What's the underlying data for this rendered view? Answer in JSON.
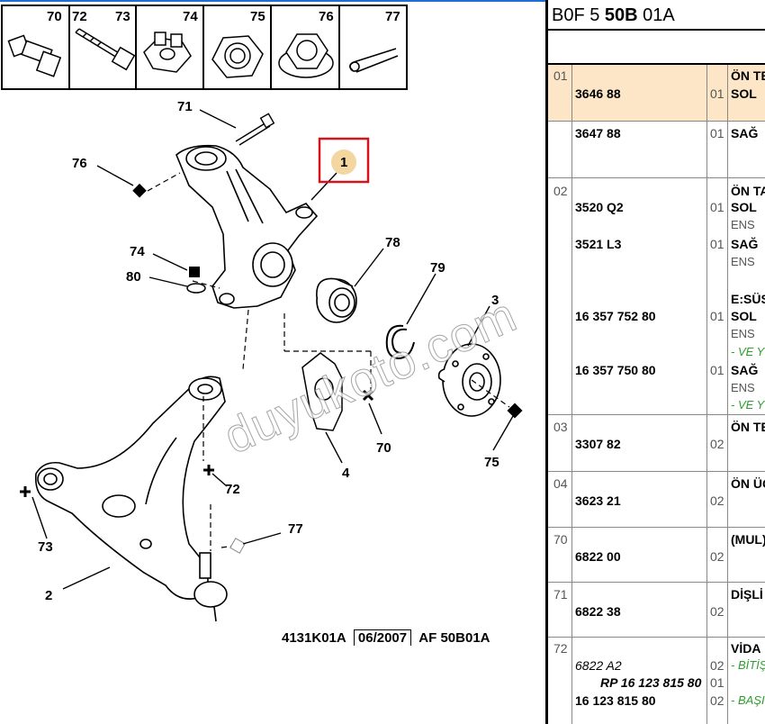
{
  "parts_header": [
    "70",
    "72",
    "73",
    "74",
    "75",
    "76",
    "77"
  ],
  "callouts": {
    "c71": "71",
    "c76": "76",
    "c1": "1",
    "c74": "74",
    "c80": "80",
    "c78": "78",
    "c79": "79",
    "c3": "3",
    "c70": "70",
    "c4": "4",
    "c72": "72",
    "c75": "75",
    "c73": "73",
    "c77": "77",
    "c2": "2"
  },
  "footer": {
    "ref": "4131K01A",
    "date": "06/2007",
    "code": "AF 50B01A"
  },
  "watermark": "duyukoto.com",
  "panel": {
    "title_prefix": "B0F 5 ",
    "title_bold": "50B",
    "title_suffix": " 01A",
    "rows": [
      {
        "idx": "01",
        "code": "3646 88",
        "qty": "01",
        "desc": "ÖN TE",
        "side": "SOL"
      },
      {
        "code": "3647 88",
        "qty": "01",
        "side": "SAĞ"
      },
      {
        "idx": "02",
        "desc": "ÖN TA",
        "code1": "3520 Q2",
        "qty1": "01",
        "side1": "SOL",
        "ens1": "ENS",
        "code2": "3521 L3",
        "qty2": "01",
        "side2": "SAĞ",
        "ens2": "ENS",
        "desc3": "E:SÜS",
        "code3": "16 357 752 80",
        "qty3": "01",
        "side3": "SOL",
        "ens3": "ENS",
        "note3": "- VE Y",
        "code4": "16 357 750 80",
        "qty4": "01",
        "side4": "SAĞ",
        "ens4": "ENS",
        "note4": "- VE Y"
      },
      {
        "idx": "03",
        "desc": "ÖN TE",
        "code": "3307 82",
        "qty": "02"
      },
      {
        "idx": "04",
        "desc": "ÖN ÜÇ",
        "code": "3623 21",
        "qty": "02"
      },
      {
        "idx": "70",
        "desc": "(MUL)",
        "code": "6822 00",
        "qty": "02"
      },
      {
        "idx": "71",
        "desc": "DİŞLİ",
        "code": "6822 38",
        "qty": "02"
      },
      {
        "idx": "72",
        "desc": "VİDA",
        "code1": "6822 A2",
        "qty1": "02",
        "note1": "- BİTİŞ",
        "code2": "RP 16 123 815 80",
        "qty2": "01",
        "code3": "16 123 815 80",
        "qty3": "02",
        "note3": "- BAŞI"
      }
    ]
  },
  "colors": {
    "highlight": "#fde6c8",
    "callout_box": "#d4141c",
    "callout_circle": "#f3d6a0",
    "note_green": "#2e9e2e",
    "accent_line": "#1d6fd6"
  }
}
